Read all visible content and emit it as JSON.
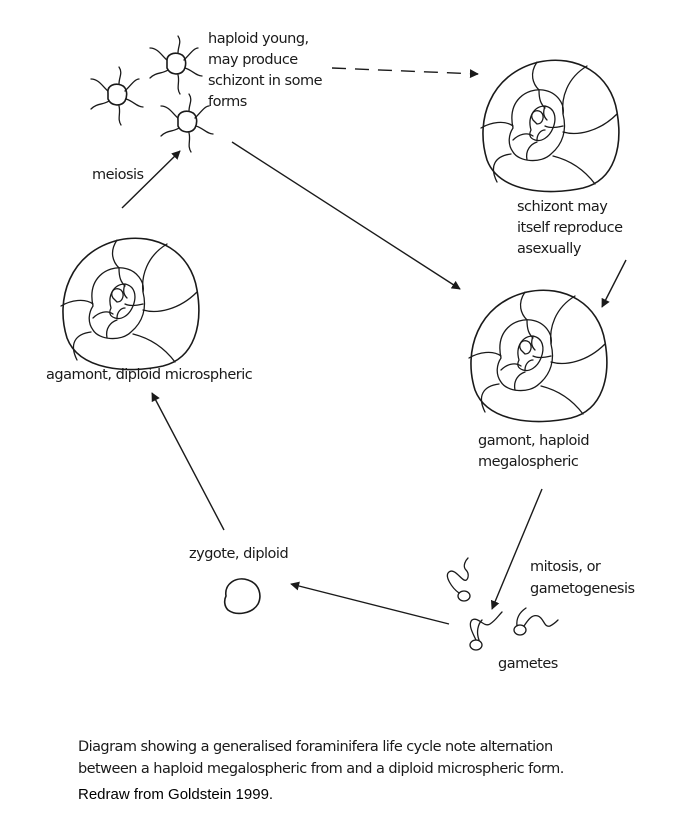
{
  "diagram": {
    "title": "Generalised foraminifera life cycle",
    "nodes": [
      {
        "id": "haploid-young",
        "label_lines": [
          "haploid young,",
          "may produce",
          "schizont in some",
          "forms"
        ]
      },
      {
        "id": "schizont",
        "label_lines": [
          "schizont may",
          "itself reproduce",
          "asexually"
        ]
      },
      {
        "id": "gamont",
        "label_lines": [
          "gamont, haploid",
          "megalospheric"
        ]
      },
      {
        "id": "gametes",
        "label_lines": [
          "gametes"
        ]
      },
      {
        "id": "zygote",
        "label_lines": [
          "zygote, diploid"
        ]
      },
      {
        "id": "agamont",
        "label_lines": [
          "agamont, diploid microspheric"
        ]
      }
    ],
    "edges": [
      {
        "from": "agamont",
        "to": "haploid-young",
        "label": "meiosis",
        "style": "solid"
      },
      {
        "from": "haploid-young",
        "to": "schizont",
        "label": "",
        "style": "dashed"
      },
      {
        "from": "haploid-young",
        "to": "gamont",
        "label": "",
        "style": "solid"
      },
      {
        "from": "schizont",
        "to": "gamont",
        "label": "",
        "style": "solid"
      },
      {
        "from": "gamont",
        "to": "gametes",
        "label_lines": [
          "mitosis, or",
          "gametogenesis"
        ],
        "style": "solid"
      },
      {
        "from": "gametes",
        "to": "zygote",
        "label": "",
        "style": "solid"
      },
      {
        "from": "zygote",
        "to": "agamont",
        "label": "",
        "style": "solid"
      }
    ]
  },
  "caption": {
    "lines": [
      "Diagram showing a generalised foraminifera life cycle note alternation",
      "between a haploid megalospheric from and a diploid microspheric form."
    ],
    "credit": "Redraw from Goldstein 1999."
  }
}
